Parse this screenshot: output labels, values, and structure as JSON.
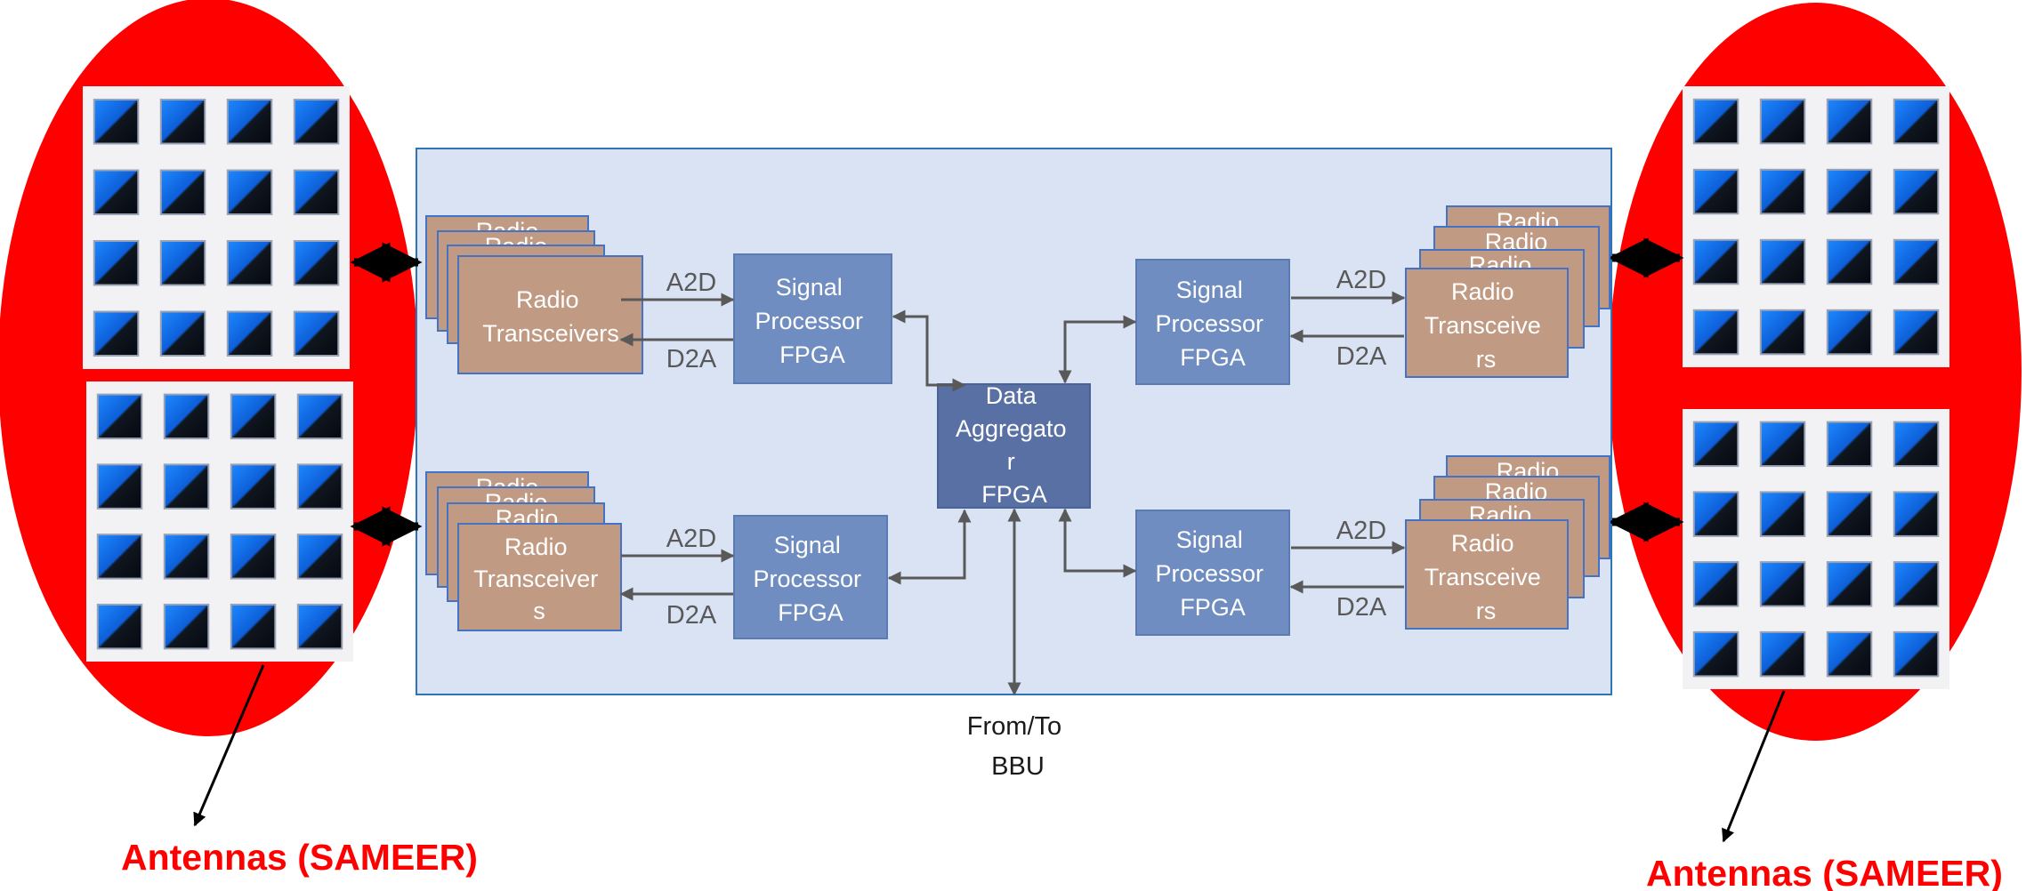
{
  "colors": {
    "ellipse_red": "#ff0000",
    "panel_fill": "#dae3f3",
    "panel_stroke": "#2e75b6",
    "transceiver_fill": "#c09a83",
    "transceiver_stroke": "#4472c4",
    "processor_fill": "#6f8dc0",
    "aggregator_fill": "#5870a3",
    "connector": "#595959",
    "antenna_label": "#ff0000"
  },
  "stack_label": "Radio",
  "transceivers": {
    "top_left": [
      "Radio",
      "Transceivers"
    ],
    "bottom_left": [
      "Radio",
      "Transceiver",
      "s"
    ],
    "top_right": [
      "Radio",
      "Transceive",
      "rs"
    ],
    "bottom_right": [
      "Radio",
      "Transceive",
      "rs"
    ]
  },
  "processor_lines": [
    "Signal",
    "Processor",
    "FPGA"
  ],
  "aggregator_lines": [
    "Data",
    "Aggregato",
    "r",
    "FPGA"
  ],
  "link_labels": {
    "a2d": "A2D",
    "d2a": "D2A"
  },
  "bbu_lines": [
    "From/To",
    "BBU"
  ],
  "antenna_label": "Antennas (SAMEER)",
  "antenna_icon": "square-patch-antenna-icon"
}
